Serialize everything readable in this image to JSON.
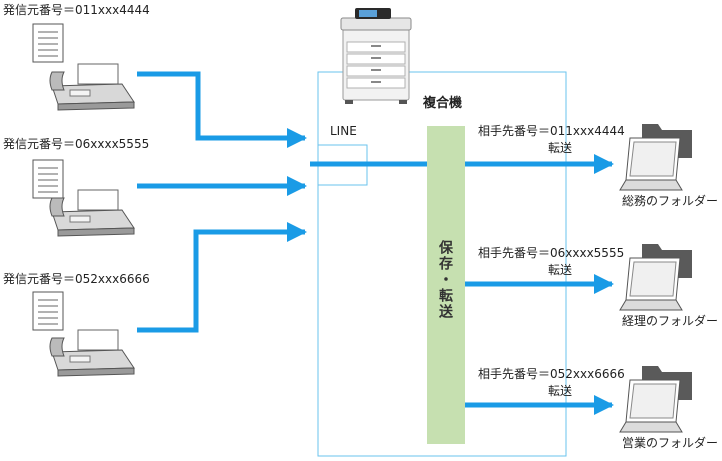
{
  "senders": [
    {
      "label": "発信元番号＝011xxx4444",
      "device": "fax-machine"
    },
    {
      "label": "発信元番号＝06xxxx5555",
      "device": "fax-machine"
    },
    {
      "label": "発信元番号＝052xxx6666",
      "device": "fax-machine"
    }
  ],
  "mfp": {
    "title": "複合機",
    "line_label": "LINE",
    "store_label": "保存・転送"
  },
  "routes": [
    {
      "dest_label": "相手先番号＝011xxx4444",
      "action": "転送",
      "folder_label": "総務のフォルダー"
    },
    {
      "dest_label": "相手先番号＝06xxxx5555",
      "action": "転送",
      "folder_label": "経理のフォルダー"
    },
    {
      "dest_label": "相手先番号＝052xxx6666",
      "action": "転送",
      "folder_label": "営業のフォルダー"
    }
  ],
  "colors": {
    "arrow": "#1a9be6",
    "mfp_border": "#6ac3ee",
    "store_fill": "#c6e0b0",
    "folder": "#5a5a5a"
  }
}
